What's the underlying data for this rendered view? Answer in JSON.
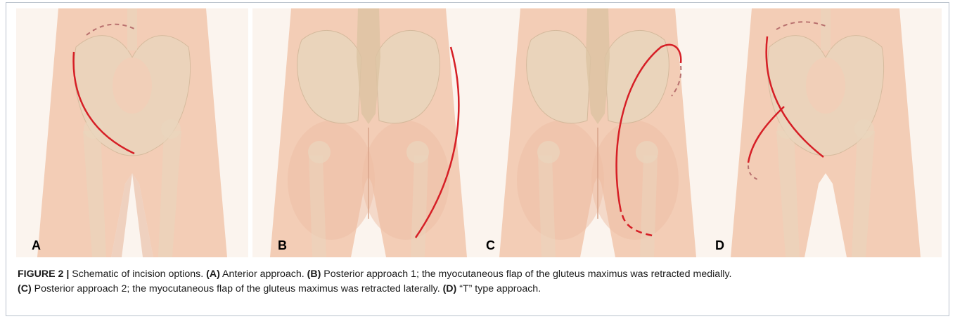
{
  "panels": [
    {
      "label": "A"
    },
    {
      "label": "B"
    },
    {
      "label": "C"
    },
    {
      "label": "D"
    }
  ],
  "caption": {
    "figure_label": "FIGURE 2 |",
    "intro": " Schematic of incision options. ",
    "parts": [
      {
        "tag": "(A)",
        "text": " Anterior approach. "
      },
      {
        "tag": "(B)",
        "text": " Posterior approach 1; the myocutaneous flap of the gluteus maximus was retracted medially."
      },
      {
        "tag": "(C)",
        "text": " Posterior approach 2; the myocutaneous flap of the gluteus maximus was retracted laterally. "
      },
      {
        "tag": "(D)",
        "text": " “T” type approach."
      }
    ]
  },
  "colors": {
    "skin": "#f3cdb6",
    "skin_shadow": "#e7b9a0",
    "bone": "#e9d6bd",
    "bone_edge": "#cdb596",
    "incision": "#d61f26",
    "incision_dash": "#b8706e"
  }
}
